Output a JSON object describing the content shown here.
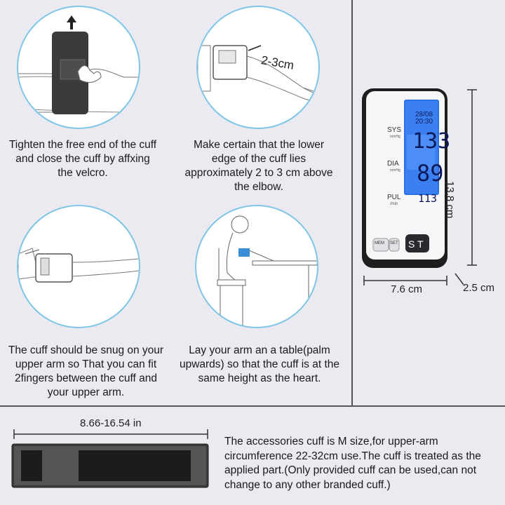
{
  "steps": [
    {
      "text": "Tighten the free end of the cuff and close the cuff by affxing the velcro."
    },
    {
      "text": "Make certain that the lower edge of the cuff lies approximately 2 to 3 cm above the elbow.",
      "dimension": "2-3cm"
    },
    {
      "text": "The cuff should be snug on your upper arm so That you can fit 2fingers between the cuff and your upper arm."
    },
    {
      "text": "Lay your arm an a table(palm upwards) so that the cuff is at the same height as the heart."
    }
  ],
  "device": {
    "height": "13.8 cm",
    "width": "7.6 cm",
    "depth": "2.5 cm",
    "display": {
      "date": "28/08",
      "time": "20:30",
      "sys_label": "SYS",
      "sys_unit": "mmHg",
      "sys_value": "133",
      "dia_label": "DIA",
      "dia_unit": "mmHg",
      "dia_value": "89",
      "pul_label": "PUL",
      "pul_unit": "/min",
      "pul_value": "113",
      "mem_button": "MEM",
      "set_button": "SET",
      "start_button": "S T"
    }
  },
  "cuff": {
    "size": "8.66-16.54 in",
    "description": "The accessories cuff is M size,for upper-arm circumference 22-32cm use.The cuff is treated as the applied part.(Only provided cuff can be used,can not change to any other branded cuff.)"
  },
  "colors": {
    "circle_border": "#7fc6e6",
    "lcd_blue": "#2a6ee8",
    "background": "#ebeaf0"
  }
}
